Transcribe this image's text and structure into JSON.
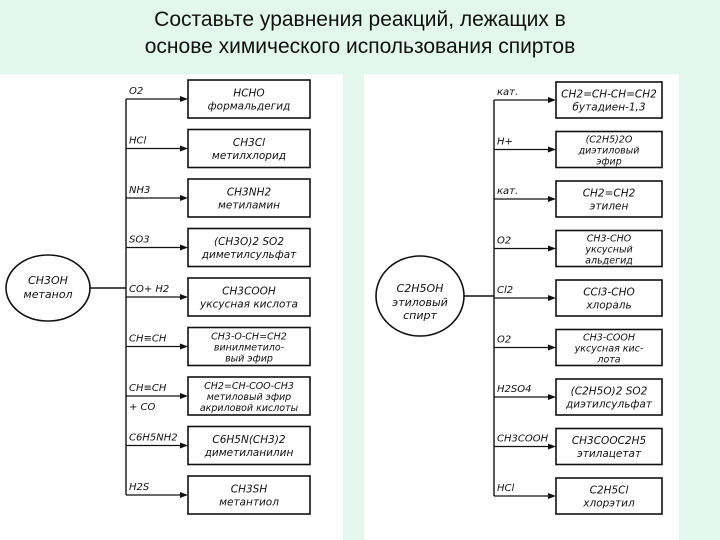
{
  "title": {
    "line1": "Составьте уравнения реакций, лежащих в",
    "line2": "основе  химического использования спиртов"
  },
  "methanol": {
    "source": {
      "formula": "CH3OH",
      "name": "метанол"
    },
    "reactions": [
      {
        "reagent": "O2",
        "products": [
          "HCHO",
          "формальдегид"
        ]
      },
      {
        "reagent": "HCl",
        "products": [
          "CH3Cl",
          "метилхлорид"
        ]
      },
      {
        "reagent": "NH3",
        "products": [
          "CH3NH2",
          "метиламин"
        ]
      },
      {
        "reagent": "SO3",
        "products": [
          "(CH3O)2 SO2",
          "диметилсульфат"
        ]
      },
      {
        "reagent": "CO+ H2",
        "products": [
          "CH3COOH",
          "уксусная кислота"
        ]
      },
      {
        "reagent": "CH≡CH",
        "products": [
          "CH3-O-CH=CH2",
          "винилметило-",
          "вый  эфир"
        ]
      },
      {
        "reagent": "CH≡CH + CO",
        "products": [
          "CH2=CH-COO-CH3",
          "метиловый эфир",
          "акриловой кислоты"
        ]
      },
      {
        "reagent": "C6H5NH2",
        "products": [
          "C6H5N(CH3)2",
          "диметиланилин"
        ]
      },
      {
        "reagent": "H2S",
        "products": [
          "CH3SH",
          "метантиол"
        ]
      }
    ]
  },
  "ethanol": {
    "source": {
      "formula": "C2H5OH",
      "name": "этиловый спирт"
    },
    "reactions": [
      {
        "reagent": "кат.",
        "products": [
          "CH2=CH-CH=CH2",
          "бутадиен-1,3"
        ]
      },
      {
        "reagent": "H+",
        "products": [
          "(C2H5)2O",
          "диэтиловый",
          "эфир"
        ]
      },
      {
        "reagent": "кат.",
        "products": [
          "CH2=CH2",
          "этилен"
        ]
      },
      {
        "reagent": "O2",
        "products": [
          "CH3-CHO",
          "уксусный",
          "альдегид"
        ]
      },
      {
        "reagent": "Cl2",
        "products": [
          "CCl3-CHO",
          "хлораль"
        ]
      },
      {
        "reagent": "O2",
        "products": [
          "CH3-COOH",
          "уксусная кис-",
          "лота"
        ]
      },
      {
        "reagent": "H2SO4",
        "products": [
          "(C2H5O)2 SO2",
          "диэтилсульфат"
        ]
      },
      {
        "reagent": "CH3COOH",
        "products": [
          "CH3COOC2H5",
          "этилацетат"
        ]
      },
      {
        "reagent": "HCl",
        "products": [
          "C2H5Cl",
          "хлорэтил"
        ]
      }
    ]
  }
}
